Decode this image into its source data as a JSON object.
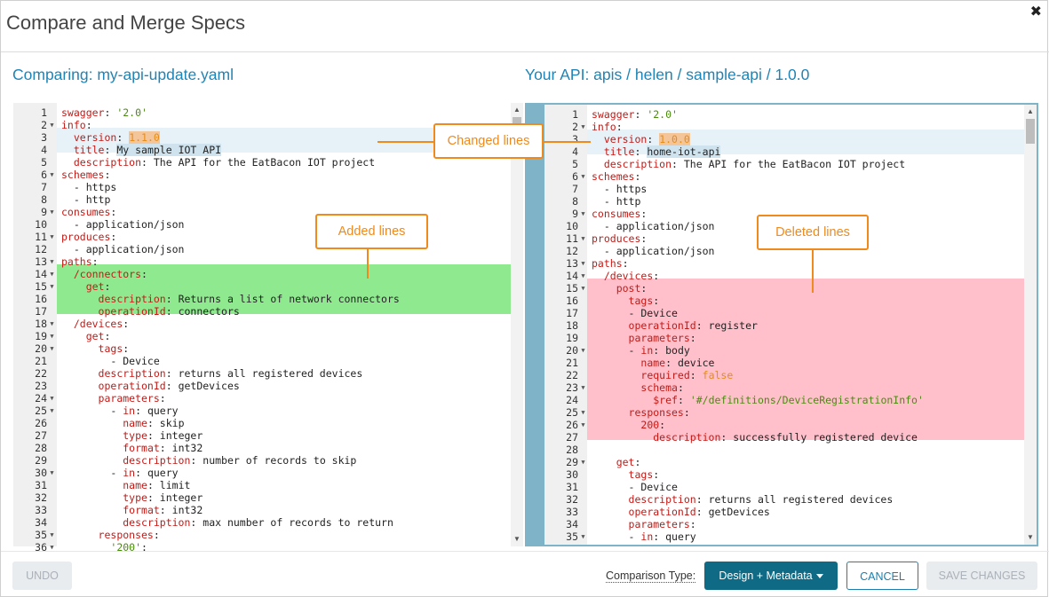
{
  "dialog": {
    "title": "Compare and Merge Specs",
    "close_icon": "close-icon"
  },
  "left_pane": {
    "heading": "Comparing: my-api-update.yaml",
    "lines": [
      {
        "n": "1",
        "fold": false,
        "segs": [
          {
            "t": "swagger",
            "c": "k"
          },
          {
            "t": ": "
          },
          {
            "t": "'2.0'",
            "c": "s"
          }
        ]
      },
      {
        "n": "2",
        "fold": true,
        "segs": [
          {
            "t": "info",
            "c": "k"
          },
          {
            "t": ":"
          }
        ]
      },
      {
        "n": "3",
        "fold": false,
        "segs": [
          {
            "t": "  "
          },
          {
            "t": "version",
            "c": "k"
          },
          {
            "t": ": "
          },
          {
            "t": "1.1.0",
            "c": "n hlo"
          }
        ]
      },
      {
        "n": "4",
        "fold": false,
        "segs": [
          {
            "t": "  "
          },
          {
            "t": "title",
            "c": "k"
          },
          {
            "t": ": "
          },
          {
            "t": "My sample IOT API",
            "c": "hl"
          }
        ]
      },
      {
        "n": "5",
        "fold": false,
        "segs": [
          {
            "t": "  "
          },
          {
            "t": "description",
            "c": "k"
          },
          {
            "t": ": The API for the EatBacon IOT project"
          }
        ]
      },
      {
        "n": "6",
        "fold": true,
        "segs": [
          {
            "t": "schemes",
            "c": "k"
          },
          {
            "t": ":"
          }
        ]
      },
      {
        "n": "7",
        "fold": false,
        "segs": [
          {
            "t": "  - https"
          }
        ]
      },
      {
        "n": "8",
        "fold": false,
        "segs": [
          {
            "t": "  - http"
          }
        ]
      },
      {
        "n": "9",
        "fold": true,
        "segs": [
          {
            "t": "consumes",
            "c": "k"
          },
          {
            "t": ":"
          }
        ]
      },
      {
        "n": "10",
        "fold": false,
        "segs": [
          {
            "t": "  - application/json"
          }
        ]
      },
      {
        "n": "11",
        "fold": true,
        "segs": [
          {
            "t": "produces",
            "c": "k"
          },
          {
            "t": ":"
          }
        ]
      },
      {
        "n": "12",
        "fold": false,
        "segs": [
          {
            "t": "  - application/json"
          }
        ]
      },
      {
        "n": "13",
        "fold": true,
        "segs": [
          {
            "t": "paths",
            "c": "k"
          },
          {
            "t": ":"
          }
        ]
      },
      {
        "n": "14",
        "fold": true,
        "segs": [
          {
            "t": "  "
          },
          {
            "t": "/connectors",
            "c": "k"
          },
          {
            "t": ":"
          }
        ]
      },
      {
        "n": "15",
        "fold": true,
        "segs": [
          {
            "t": "    "
          },
          {
            "t": "get",
            "c": "k"
          },
          {
            "t": ":"
          }
        ]
      },
      {
        "n": "16",
        "fold": false,
        "segs": [
          {
            "t": "      "
          },
          {
            "t": "description",
            "c": "k"
          },
          {
            "t": ": Returns a list of network connectors"
          }
        ]
      },
      {
        "n": "17",
        "fold": false,
        "segs": [
          {
            "t": "      "
          },
          {
            "t": "operationId",
            "c": "k"
          },
          {
            "t": ": connectors"
          }
        ]
      },
      {
        "n": "18",
        "fold": true,
        "segs": [
          {
            "t": "  "
          },
          {
            "t": "/devices",
            "c": "k"
          },
          {
            "t": ":"
          }
        ]
      },
      {
        "n": "19",
        "fold": true,
        "segs": [
          {
            "t": "    "
          },
          {
            "t": "get",
            "c": "k"
          },
          {
            "t": ":"
          }
        ]
      },
      {
        "n": "20",
        "fold": true,
        "segs": [
          {
            "t": "      "
          },
          {
            "t": "tags",
            "c": "k"
          },
          {
            "t": ":"
          }
        ]
      },
      {
        "n": "21",
        "fold": false,
        "segs": [
          {
            "t": "        - Device"
          }
        ]
      },
      {
        "n": "22",
        "fold": false,
        "segs": [
          {
            "t": "      "
          },
          {
            "t": "description",
            "c": "k"
          },
          {
            "t": ": returns all registered devices"
          }
        ]
      },
      {
        "n": "23",
        "fold": false,
        "segs": [
          {
            "t": "      "
          },
          {
            "t": "operationId",
            "c": "k"
          },
          {
            "t": ": getDevices"
          }
        ]
      },
      {
        "n": "24",
        "fold": true,
        "segs": [
          {
            "t": "      "
          },
          {
            "t": "parameters",
            "c": "k"
          },
          {
            "t": ":"
          }
        ]
      },
      {
        "n": "25",
        "fold": true,
        "segs": [
          {
            "t": "        - "
          },
          {
            "t": "in",
            "c": "k"
          },
          {
            "t": ": query"
          }
        ]
      },
      {
        "n": "26",
        "fold": false,
        "segs": [
          {
            "t": "          "
          },
          {
            "t": "name",
            "c": "k"
          },
          {
            "t": ": skip"
          }
        ]
      },
      {
        "n": "27",
        "fold": false,
        "segs": [
          {
            "t": "          "
          },
          {
            "t": "type",
            "c": "k"
          },
          {
            "t": ": integer"
          }
        ]
      },
      {
        "n": "28",
        "fold": false,
        "segs": [
          {
            "t": "          "
          },
          {
            "t": "format",
            "c": "k"
          },
          {
            "t": ": int32"
          }
        ]
      },
      {
        "n": "29",
        "fold": false,
        "segs": [
          {
            "t": "          "
          },
          {
            "t": "description",
            "c": "k"
          },
          {
            "t": ": number of records to skip"
          }
        ]
      },
      {
        "n": "30",
        "fold": true,
        "segs": [
          {
            "t": "        - "
          },
          {
            "t": "in",
            "c": "k"
          },
          {
            "t": ": query"
          }
        ]
      },
      {
        "n": "31",
        "fold": false,
        "segs": [
          {
            "t": "          "
          },
          {
            "t": "name",
            "c": "k"
          },
          {
            "t": ": limit"
          }
        ]
      },
      {
        "n": "32",
        "fold": false,
        "segs": [
          {
            "t": "          "
          },
          {
            "t": "type",
            "c": "k"
          },
          {
            "t": ": integer"
          }
        ]
      },
      {
        "n": "33",
        "fold": false,
        "segs": [
          {
            "t": "          "
          },
          {
            "t": "format",
            "c": "k"
          },
          {
            "t": ": int32"
          }
        ]
      },
      {
        "n": "34",
        "fold": false,
        "segs": [
          {
            "t": "          "
          },
          {
            "t": "description",
            "c": "k"
          },
          {
            "t": ": max number of records to return"
          }
        ]
      },
      {
        "n": "35",
        "fold": true,
        "segs": [
          {
            "t": "      "
          },
          {
            "t": "responses",
            "c": "k"
          },
          {
            "t": ":"
          }
        ]
      },
      {
        "n": "36",
        "fold": true,
        "segs": [
          {
            "t": "        "
          },
          {
            "t": "'200'",
            "c": "s"
          },
          {
            "t": ":"
          }
        ]
      }
    ]
  },
  "right_pane": {
    "heading": "Your API: apis / helen / sample-api / 1.0.0",
    "lines": [
      {
        "n": "1",
        "fold": false,
        "segs": [
          {
            "t": "swagger",
            "c": "k"
          },
          {
            "t": ": "
          },
          {
            "t": "'2.0'",
            "c": "s"
          }
        ]
      },
      {
        "n": "2",
        "fold": true,
        "segs": [
          {
            "t": "info",
            "c": "k"
          },
          {
            "t": ":"
          }
        ]
      },
      {
        "n": "3",
        "fold": false,
        "segs": [
          {
            "t": "  "
          },
          {
            "t": "version",
            "c": "k"
          },
          {
            "t": ": "
          },
          {
            "t": "1.0.0",
            "c": "n hlo"
          }
        ]
      },
      {
        "n": "4",
        "fold": false,
        "segs": [
          {
            "t": "  "
          },
          {
            "t": "title",
            "c": "k"
          },
          {
            "t": ": "
          },
          {
            "t": "home-iot-api",
            "c": "hl"
          }
        ]
      },
      {
        "n": "5",
        "fold": false,
        "segs": [
          {
            "t": "  "
          },
          {
            "t": "description",
            "c": "k"
          },
          {
            "t": ": The API for the EatBacon IOT project"
          }
        ]
      },
      {
        "n": "6",
        "fold": true,
        "segs": [
          {
            "t": "schemes",
            "c": "k"
          },
          {
            "t": ":"
          }
        ]
      },
      {
        "n": "7",
        "fold": false,
        "segs": [
          {
            "t": "  - https"
          }
        ]
      },
      {
        "n": "8",
        "fold": false,
        "segs": [
          {
            "t": "  - http"
          }
        ]
      },
      {
        "n": "9",
        "fold": true,
        "segs": [
          {
            "t": "consumes",
            "c": "k"
          },
          {
            "t": ":"
          }
        ]
      },
      {
        "n": "10",
        "fold": false,
        "segs": [
          {
            "t": "  - application/json"
          }
        ]
      },
      {
        "n": "11",
        "fold": true,
        "segs": [
          {
            "t": "produces",
            "c": "k"
          },
          {
            "t": ":"
          }
        ]
      },
      {
        "n": "12",
        "fold": false,
        "segs": [
          {
            "t": "  - application/json"
          }
        ]
      },
      {
        "n": "13",
        "fold": true,
        "segs": [
          {
            "t": "paths",
            "c": "k"
          },
          {
            "t": ":"
          }
        ]
      },
      {
        "n": "14",
        "fold": true,
        "segs": [
          {
            "t": "  "
          },
          {
            "t": "/devices",
            "c": "k"
          },
          {
            "t": ":"
          }
        ]
      },
      {
        "n": "15",
        "fold": true,
        "segs": [
          {
            "t": "    "
          },
          {
            "t": "post",
            "c": "k"
          },
          {
            "t": ":"
          }
        ]
      },
      {
        "n": "16",
        "fold": false,
        "segs": [
          {
            "t": "      "
          },
          {
            "t": "tags",
            "c": "k"
          },
          {
            "t": ":"
          }
        ]
      },
      {
        "n": "17",
        "fold": false,
        "segs": [
          {
            "t": "      - Device"
          }
        ]
      },
      {
        "n": "18",
        "fold": false,
        "segs": [
          {
            "t": "      "
          },
          {
            "t": "operationId",
            "c": "k"
          },
          {
            "t": ": register"
          }
        ]
      },
      {
        "n": "19",
        "fold": false,
        "segs": [
          {
            "t": "      "
          },
          {
            "t": "parameters",
            "c": "k"
          },
          {
            "t": ":"
          }
        ]
      },
      {
        "n": "20",
        "fold": true,
        "segs": [
          {
            "t": "      - "
          },
          {
            "t": "in",
            "c": "k"
          },
          {
            "t": ": body"
          }
        ]
      },
      {
        "n": "21",
        "fold": false,
        "segs": [
          {
            "t": "        "
          },
          {
            "t": "name",
            "c": "k"
          },
          {
            "t": ": device"
          }
        ]
      },
      {
        "n": "22",
        "fold": false,
        "segs": [
          {
            "t": "        "
          },
          {
            "t": "required",
            "c": "k"
          },
          {
            "t": ": "
          },
          {
            "t": "false",
            "c": "n"
          }
        ]
      },
      {
        "n": "23",
        "fold": true,
        "segs": [
          {
            "t": "        "
          },
          {
            "t": "schema",
            "c": "k"
          },
          {
            "t": ":"
          }
        ]
      },
      {
        "n": "24",
        "fold": false,
        "segs": [
          {
            "t": "          "
          },
          {
            "t": "$ref",
            "c": "k"
          },
          {
            "t": ": "
          },
          {
            "t": "'#/definitions/DeviceRegistrationInfo'",
            "c": "s"
          }
        ]
      },
      {
        "n": "25",
        "fold": true,
        "segs": [
          {
            "t": "      "
          },
          {
            "t": "responses",
            "c": "k"
          },
          {
            "t": ":"
          }
        ]
      },
      {
        "n": "26",
        "fold": true,
        "segs": [
          {
            "t": "        "
          },
          {
            "t": "200",
            "c": "k"
          },
          {
            "t": ":"
          }
        ]
      },
      {
        "n": "27",
        "fold": false,
        "segs": [
          {
            "t": "          "
          },
          {
            "t": "description",
            "c": "k"
          },
          {
            "t": ": successfully registered device"
          }
        ]
      },
      {
        "n": "28",
        "fold": false,
        "segs": []
      },
      {
        "n": "29",
        "fold": true,
        "segs": [
          {
            "t": "    "
          },
          {
            "t": "get",
            "c": "k"
          },
          {
            "t": ":"
          }
        ]
      },
      {
        "n": "30",
        "fold": false,
        "segs": [
          {
            "t": "      "
          },
          {
            "t": "tags",
            "c": "k"
          },
          {
            "t": ":"
          }
        ]
      },
      {
        "n": "31",
        "fold": false,
        "segs": [
          {
            "t": "      - Device"
          }
        ]
      },
      {
        "n": "32",
        "fold": false,
        "segs": [
          {
            "t": "      "
          },
          {
            "t": "description",
            "c": "k"
          },
          {
            "t": ": returns all registered devices"
          }
        ]
      },
      {
        "n": "33",
        "fold": false,
        "segs": [
          {
            "t": "      "
          },
          {
            "t": "operationId",
            "c": "k"
          },
          {
            "t": ": getDevices"
          }
        ]
      },
      {
        "n": "34",
        "fold": false,
        "segs": [
          {
            "t": "      "
          },
          {
            "t": "parameters",
            "c": "k"
          },
          {
            "t": ":"
          }
        ]
      },
      {
        "n": "35",
        "fold": true,
        "segs": [
          {
            "t": "      - "
          },
          {
            "t": "in",
            "c": "k"
          },
          {
            "t": ": query"
          }
        ]
      }
    ]
  },
  "callouts": {
    "changed": "Changed lines",
    "added": "Added lines",
    "deleted": "Deleted lines"
  },
  "footer": {
    "undo_label": "UNDO",
    "comparison_type_label": "Comparison Type:",
    "comparison_type_value": "Design + Metadata",
    "cancel_label": "CANCEL",
    "save_label": "SAVE CHANGES"
  },
  "colors": {
    "accent": "#1f84b5",
    "primary_button": "#0e6a85",
    "callout": "#f08a1c",
    "added": "#8fe98f",
    "deleted": "#ffc0cb",
    "changed": "#e6f1f8"
  }
}
